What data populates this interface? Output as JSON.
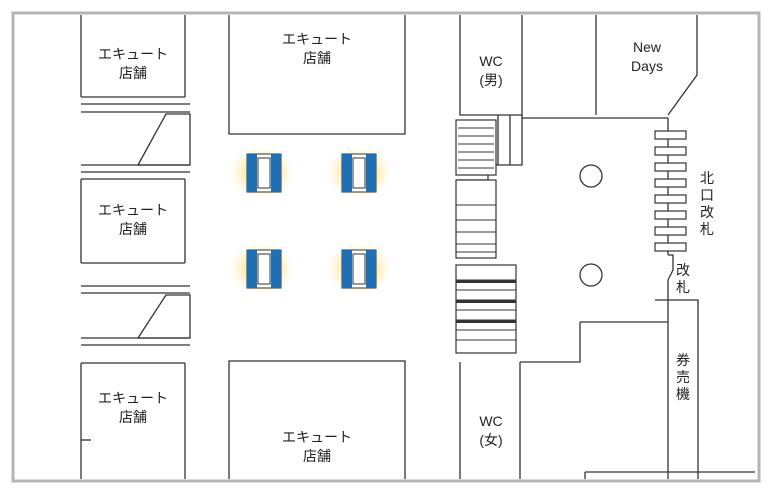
{
  "labels": {
    "shop_left_1": "エキュート\n店舗",
    "shop_left_2": "エキュート\n店舗",
    "shop_left_3": "エキュート\n店舗",
    "shop_top": "エキュート\n店舗",
    "shop_bottom": "エキュート\n店舗",
    "wc_men": "WC\n(男)",
    "wc_women": "WC\n(女)",
    "newdays": "New\nDays",
    "north_gate": "北口改札",
    "gate": "改札",
    "ticket_machine": "券売機"
  },
  "colors": {
    "frame": "#b5b5b5",
    "line": "#333333",
    "marker_blue": "#1f6fb5",
    "marker_glow": "#ffd34a"
  },
  "icons": [
    "ticket-gate-icon",
    "pillar-icon",
    "stairs-icon"
  ]
}
